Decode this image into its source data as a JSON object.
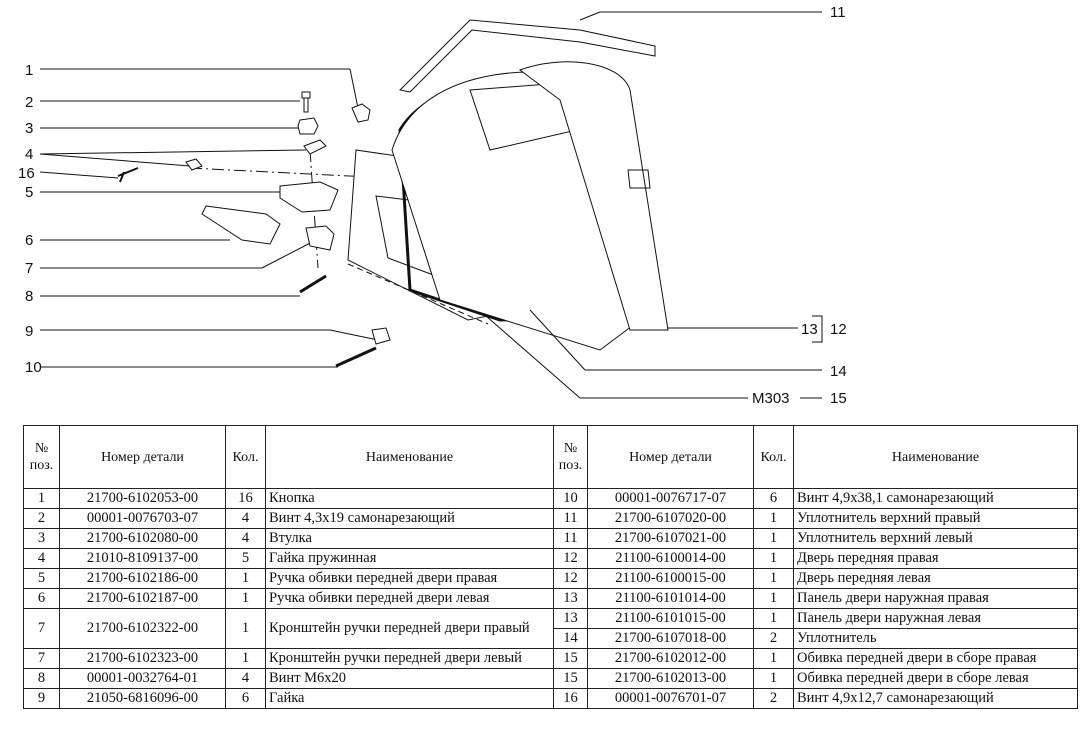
{
  "diagram": {
    "callouts_left": [
      "1",
      "2",
      "3",
      "4",
      "16",
      "5",
      "6",
      "7",
      "8",
      "9",
      "10"
    ],
    "callouts_right": [
      "11",
      "13",
      "12",
      "14",
      "15"
    ],
    "callout_m": "M303"
  },
  "table": {
    "headers": {
      "pos_top": "№",
      "pos_bottom": "поз.",
      "part_no": "Номер детали",
      "qty": "Кол.",
      "name": "Наименование"
    },
    "rows": [
      {
        "l": [
          "1",
          "21700-6102053-00",
          "16",
          "Кнопка"
        ],
        "r": [
          "10",
          "00001-0076717-07",
          "6",
          "Винт 4,9x38,1 самонарезающий"
        ]
      },
      {
        "l": [
          "2",
          "00001-0076703-07",
          "4",
          "Винт 4,3x19 самонарезающий"
        ],
        "r": [
          "11",
          "21700-6107020-00",
          "1",
          "Уплотнитель верхний правый"
        ]
      },
      {
        "l": [
          "3",
          "21700-6102080-00",
          "4",
          "Втулка"
        ],
        "r": [
          "11",
          "21700-6107021-00",
          "1",
          "Уплотнитель верхний левый"
        ]
      },
      {
        "l": [
          "4",
          "21010-8109137-00",
          "5",
          "Гайка пружинная"
        ],
        "r": [
          "12",
          "21100-6100014-00",
          "1",
          "Дверь передняя правая"
        ]
      },
      {
        "l": [
          "5",
          "21700-6102186-00",
          "1",
          "Ручка обивки передней двери правая"
        ],
        "r": [
          "12",
          "21100-6100015-00",
          "1",
          "Дверь передняя левая"
        ]
      },
      {
        "l": [
          "6",
          "21700-6102187-00",
          "1",
          "Ручка обивки передней двери левая"
        ],
        "r": [
          "13",
          "21100-6101014-00",
          "1",
          "Панель двери наружная правая"
        ]
      },
      {
        "l": [
          "7",
          "21700-6102322-00",
          "1",
          "Кронштейн ручки передней двери правый"
        ],
        "r": [
          "13",
          "21100-6101015-00",
          "1",
          "Панель двери наружная левая"
        ],
        "r2": [
          "14",
          "21700-6107018-00",
          "2",
          "Уплотнитель"
        ]
      },
      {
        "l": [
          "7",
          "21700-6102323-00",
          "1",
          "Кронштейн ручки передней двери левый"
        ],
        "r": [
          "15",
          "21700-6102012-00",
          "1",
          "Обивка передней двери в сборе правая"
        ]
      },
      {
        "l": [
          "8",
          "00001-0032764-01",
          "4",
          "Винт М6x20"
        ],
        "r": [
          "15",
          "21700-6102013-00",
          "1",
          "Обивка передней двери в сборе левая"
        ]
      },
      {
        "l": [
          "9",
          "21050-6816096-00",
          "6",
          "Гайка"
        ],
        "r": [
          "16",
          "00001-0076701-07",
          "2",
          "Винт 4,9x12,7 самонарезающий"
        ]
      }
    ]
  }
}
